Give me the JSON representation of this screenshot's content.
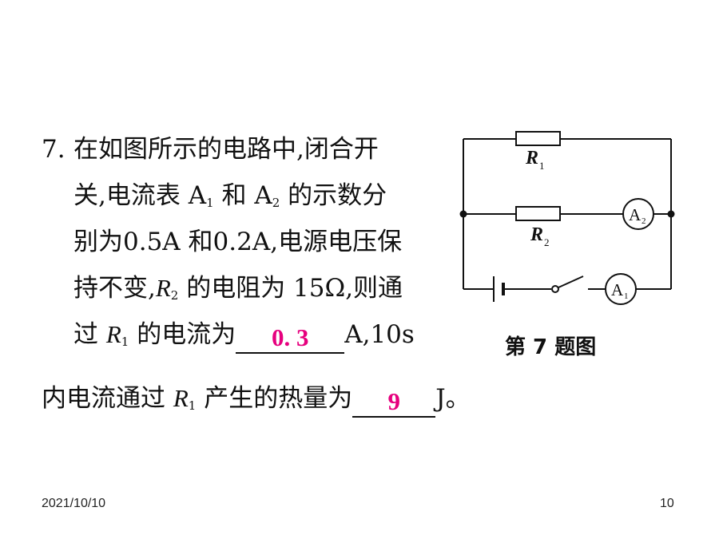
{
  "problem": {
    "number": "7.",
    "l1": "在如图所示的电路中,闭合开",
    "l2_a": "关,电流表 A",
    "l2_a_sub": "1",
    "l2_b": " 和 A",
    "l2_b_sub": "2",
    "l2_c": " 的示数分",
    "l3": "别为0.5A 和0.2A,电源电压保",
    "l4_a": "持不变,",
    "l4_r": "R",
    "l4_r_sub": "2",
    "l4_b": " 的电阻为 15Ω,则通",
    "l5_a": "过 ",
    "l5_r": "R",
    "l5_r_sub": "1",
    "l5_b": " 的电流为",
    "answer1": "0. 3",
    "l5_c": "A,10s",
    "l6_a": "内电流通过 ",
    "l6_r": "R",
    "l6_r_sub": "1",
    "l6_b": " 产生的热量为",
    "answer2": "9",
    "l6_c": "J。"
  },
  "figure": {
    "r1_label": "R",
    "r1_sub": "1",
    "r2_label": "R",
    "r2_sub": "2",
    "a1_label": "A",
    "a1_sub": "1",
    "a2_label": "A",
    "a2_sub": "2",
    "caption": "第 7 题图"
  },
  "footer": {
    "date": "2021/10/10",
    "page": "10"
  }
}
